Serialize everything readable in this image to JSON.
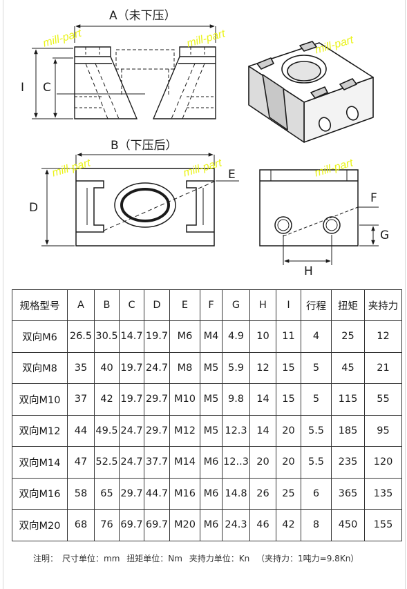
{
  "labels": {
    "dim_a": "A（未下压）",
    "dim_b": "B（下压后）",
    "dim_c": "C",
    "dim_d": "D",
    "dim_e": "E",
    "dim_f": "F",
    "dim_g": "G",
    "dim_h": "H",
    "dim_i": "I"
  },
  "watermark": "mill-part",
  "table": {
    "headers": [
      "规格型号",
      "A",
      "B",
      "C",
      "D",
      "E",
      "F",
      "G",
      "H",
      "I",
      "行程",
      "扭矩",
      "夹持力"
    ],
    "rows": [
      [
        "双向M6",
        "26.5",
        "30.5",
        "14.7",
        "19.7",
        "M6",
        "M4",
        "4.9",
        "10",
        "11",
        "4",
        "25",
        "12"
      ],
      [
        "双向M8",
        "35",
        "40",
        "19.7",
        "24.7",
        "M8",
        "M5",
        "5.9",
        "12",
        "15",
        "5",
        "45",
        "21"
      ],
      [
        "双向M10",
        "37",
        "42",
        "19.7",
        "29.7",
        "M10",
        "M5",
        "9.8",
        "14",
        "15",
        "5",
        "115",
        "55"
      ],
      [
        "双向M12",
        "44",
        "49.5",
        "24.7",
        "29.7",
        "M12",
        "M5",
        "12.3",
        "14",
        "20",
        "5.5",
        "185",
        "95"
      ],
      [
        "双向M14",
        "47",
        "52.5",
        "24.7",
        "37.7",
        "M14",
        "M6",
        "12..3",
        "20",
        "20",
        "5.5",
        "235",
        "120"
      ],
      [
        "双向M16",
        "58",
        "65",
        "29.7",
        "44.7",
        "M16",
        "M6",
        "14.8",
        "26",
        "25",
        "6",
        "365",
        "135"
      ],
      [
        "双向M20",
        "68",
        "76",
        "69.7",
        "69.7",
        "M20",
        "M6",
        "24.3",
        "46",
        "42",
        "8",
        "450",
        "155"
      ]
    ]
  },
  "note": {
    "prefix": "注明：",
    "size_unit": "尺寸单位：mm",
    "torque_unit": "扭矩单位：Nm",
    "clamp_unit": "夹持力单位：Kn",
    "conversion": "（夹持力：1吨力=9.8Kn）"
  }
}
